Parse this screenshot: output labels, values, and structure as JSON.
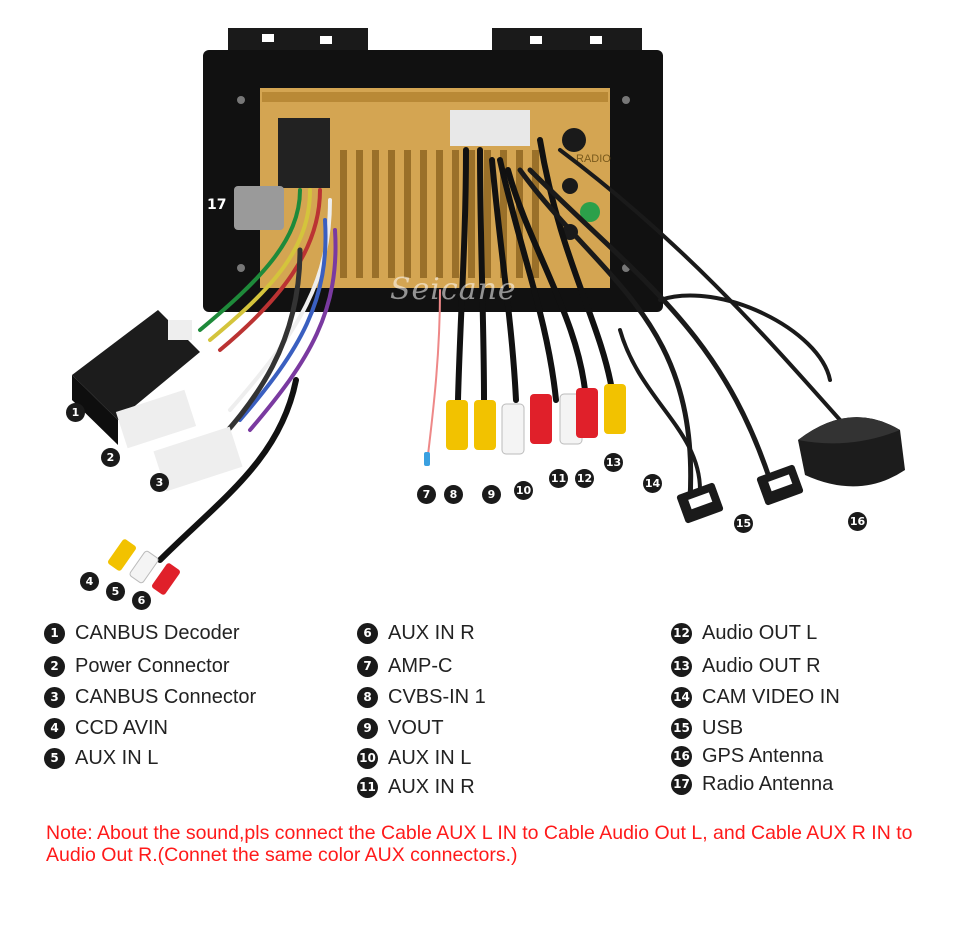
{
  "watermark": "Seicane",
  "stereo_text": {
    "radio": "RADIO"
  },
  "callouts": [
    "1",
    "2",
    "3",
    "4",
    "5",
    "6",
    "7",
    "8",
    "9",
    "10",
    "11",
    "12",
    "13",
    "14",
    "15",
    "16",
    "17"
  ],
  "legend": [
    {
      "n": "1",
      "label": "CANBUS Decoder"
    },
    {
      "n": "2",
      "label": "Power Connector"
    },
    {
      "n": "3",
      "label": "CANBUS Connector"
    },
    {
      "n": "4",
      "label": "CCD AVIN"
    },
    {
      "n": "5",
      "label": "AUX IN L"
    },
    {
      "n": "6",
      "label": "AUX IN R"
    },
    {
      "n": "7",
      "label": "AMP-C"
    },
    {
      "n": "8",
      "label": "CVBS-IN 1"
    },
    {
      "n": "9",
      "label": "VOUT"
    },
    {
      "n": "10",
      "label": "AUX IN L"
    },
    {
      "n": "11",
      "label": "AUX IN R"
    },
    {
      "n": "12",
      "label": "Audio OUT L"
    },
    {
      "n": "13",
      "label": "Audio OUT R"
    },
    {
      "n": "14",
      "label": "CAM VIDEO IN"
    },
    {
      "n": "15",
      "label": "USB"
    },
    {
      "n": "16",
      "label": "GPS Antenna"
    },
    {
      "n": "17",
      "label": "Radio Antenna"
    }
  ],
  "note": "Note: About the sound,pls connect the Cable AUX L IN to Cable Audio Out L, and Cable AUX R IN to Audio Out R.(Connet the same color AUX connectors.)",
  "colors": {
    "note": "#ff1a1a",
    "chassis": "#d4a552",
    "frame": "#111111",
    "rca_yellow": "#f2c200",
    "rca_red": "#e0202a",
    "rca_white": "#f4f4f4"
  }
}
